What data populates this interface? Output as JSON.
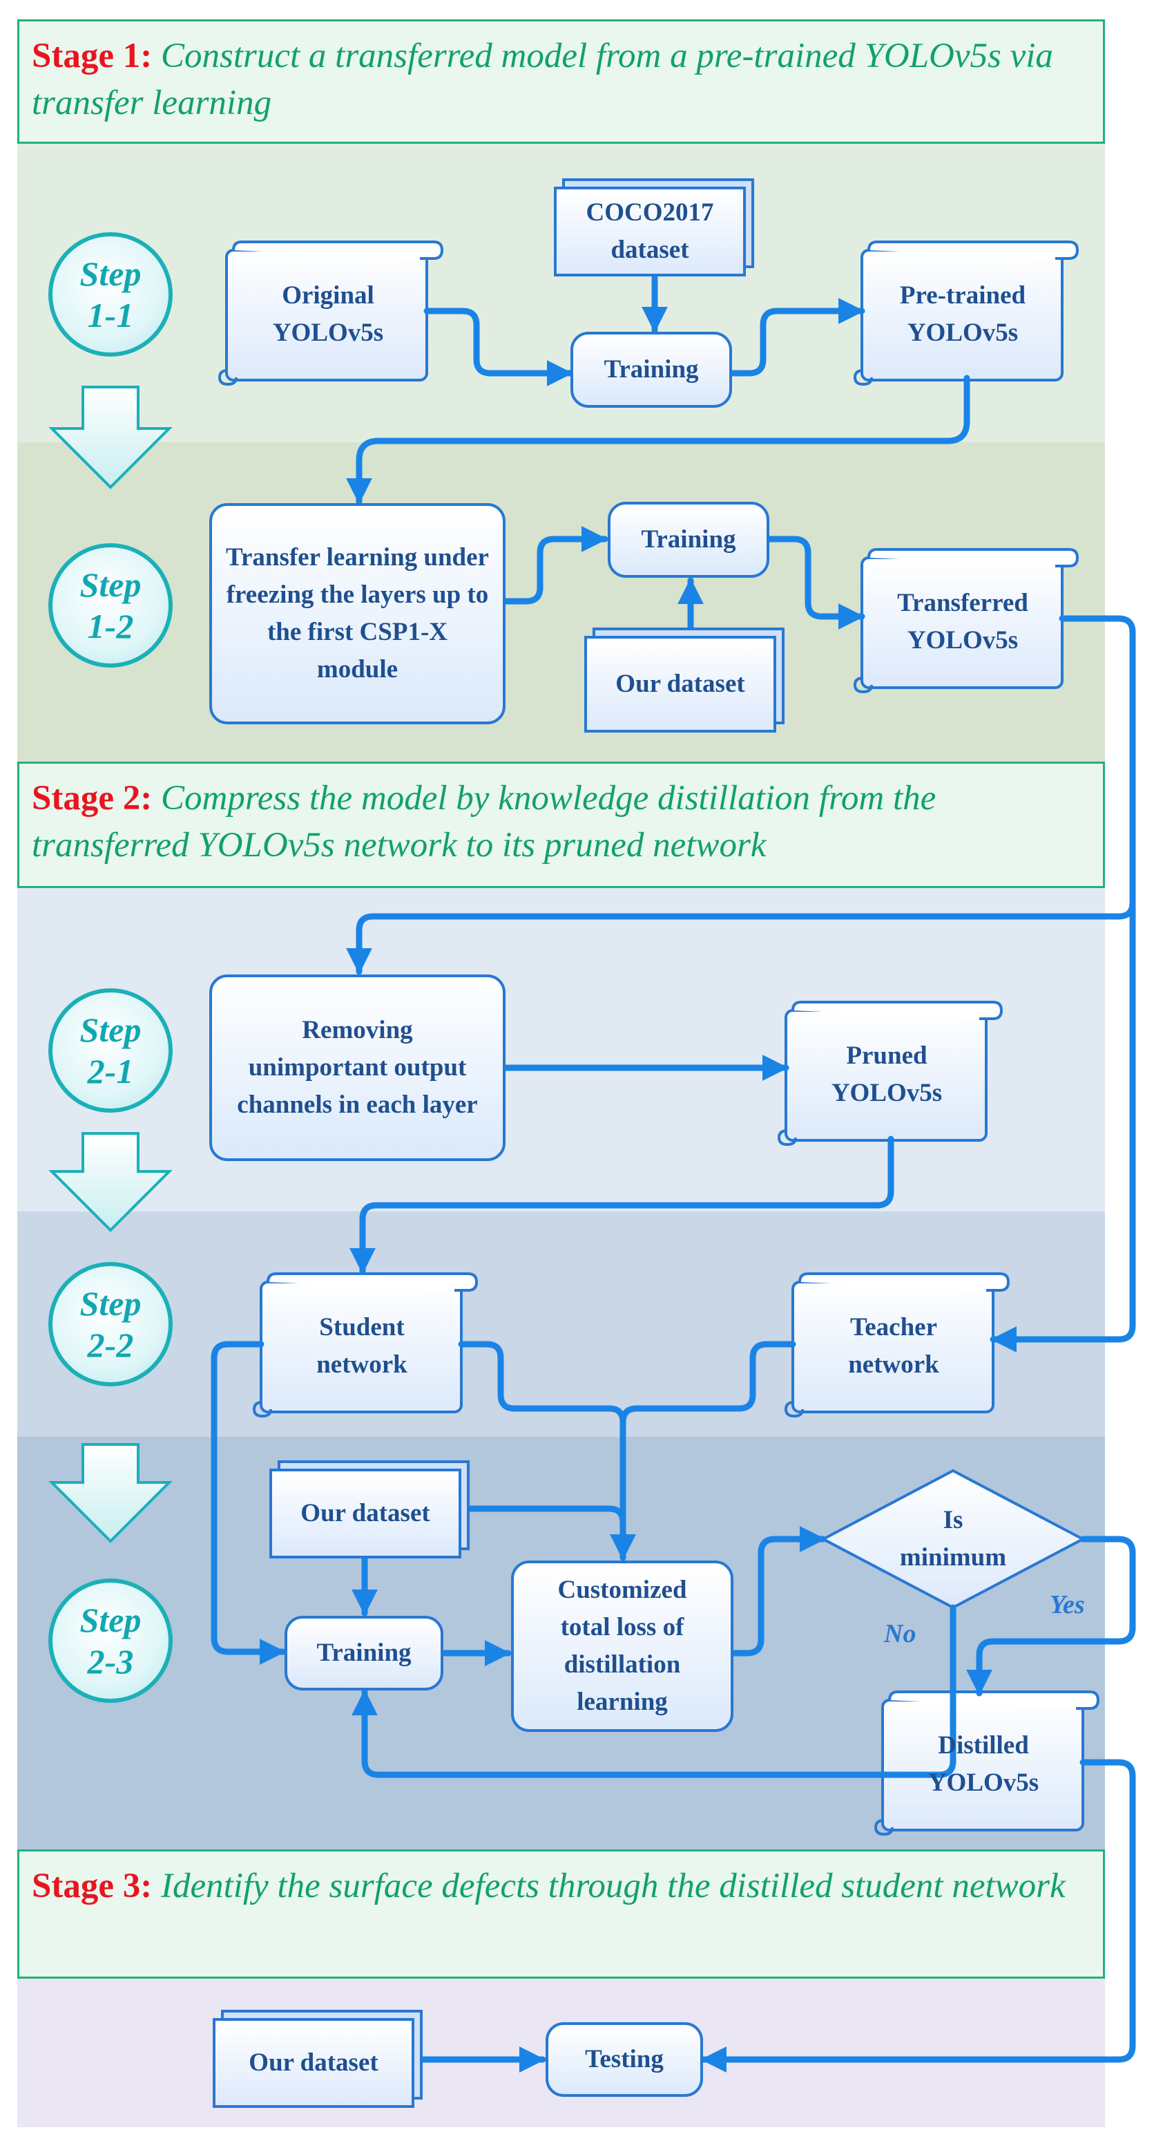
{
  "stages": [
    {
      "label": "Stage 1:",
      "text": "Construct a transferred model from a pre-trained YOLOv5s via transfer learning"
    },
    {
      "label": "Stage 2:",
      "text": "Compress the model by knowledge distillation from the transferred YOLOv5s network to its pruned network"
    },
    {
      "label": "Stage 3:",
      "text": "Identify the surface defects through the distilled student network"
    }
  ],
  "steps": [
    {
      "line1": "Step",
      "line2": "1-1"
    },
    {
      "line1": "Step",
      "line2": "1-2"
    },
    {
      "line1": "Step",
      "line2": "2-1"
    },
    {
      "line1": "Step",
      "line2": "2-2"
    },
    {
      "line1": "Step",
      "line2": "2-3"
    }
  ],
  "nodes": {
    "original_yolov5s": "Original YOLOv5s",
    "coco2017": "COCO2017 dataset",
    "training_1": "Training",
    "pretrained_yolov5s": "Pre-trained YOLOv5s",
    "transfer_learning": "Transfer learning under freezing the layers up to the first CSP1-X module",
    "training_2": "Training",
    "our_dataset_1": "Our dataset",
    "transferred_yolov5s": "Transferred YOLOv5s",
    "removing_channels": "Removing unimportant output channels in each layer",
    "pruned_yolov5s": "Pruned YOLOv5s",
    "student_network": "Student network",
    "teacher_network": "Teacher network",
    "our_dataset_2": "Our dataset",
    "training_3": "Training",
    "customized_loss": "Customized total loss of distillation learning",
    "is_minimum": "Is minimum",
    "distilled_yolov5s": "Distilled YOLOv5s",
    "our_dataset_3": "Our dataset",
    "testing": "Testing"
  },
  "edge_labels": {
    "yes": "Yes",
    "no": "No"
  },
  "colors": {
    "stage_fill": "#e9f7ee",
    "stage_border": "#22b07d",
    "stage_label": "#e8151f",
    "stage_text": "#12a06e",
    "band_1_1": "#e2ede2",
    "band_1_2": "#d7e2cf",
    "band_2_1": "#e1e9f3",
    "band_2_2": "#c9d7e7",
    "band_2_3": "#b2c6dc",
    "band_3": "#ebe6f3",
    "arrow": "#1a84e6",
    "box_border": "#2878d2",
    "box_text": "#1f4f8f",
    "step_circle": "#1bb0b8"
  }
}
